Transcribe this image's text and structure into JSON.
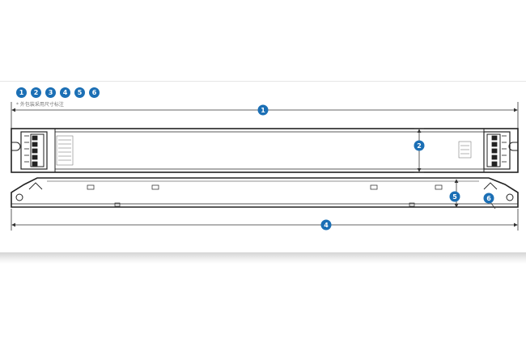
{
  "legend": [
    "1",
    "2",
    "3",
    "4",
    "5",
    "6"
  ],
  "note": "* 外包装采用尺寸标注",
  "callouts": {
    "length": "1",
    "height": "2",
    "total_length": "4",
    "base_height": "5",
    "mount_hole": "6"
  },
  "colors": {
    "callout": "#1b6fb5",
    "line": "#333333"
  }
}
